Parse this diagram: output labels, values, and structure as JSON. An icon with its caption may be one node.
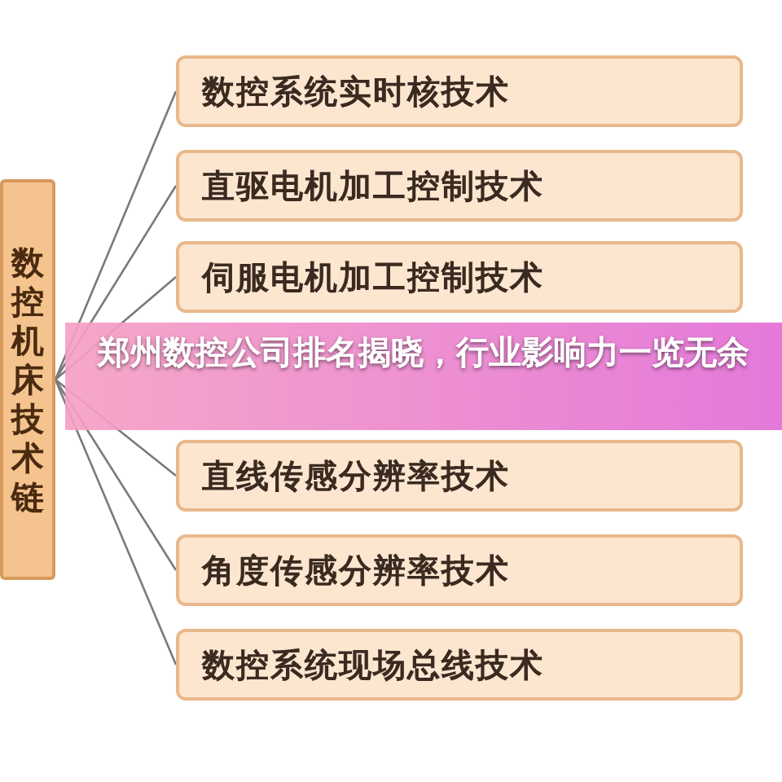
{
  "diagram": {
    "title": "郑州数控公司排名揭晓，行业影响力一览无余",
    "nodes": [
      {
        "text": [
          "数控机床技术链"
        ]
      },
      {
        "text": [
          "数控系统实时核技术"
        ]
      },
      {
        "text": [
          "直驱电机加工控制技术"
        ]
      },
      {
        "text": [
          "伺服电机加工控制技术"
        ]
      },
      {
        "text": [
          "直线传感分辨率技术"
        ]
      },
      {
        "text": [
          "角度传感分辨率技术"
        ]
      },
      {
        "text": [
          "数控系统现场总线技术"
        ]
      }
    ],
    "edges": [
      {
        "from": 0,
        "to": 1,
        "arrow": "none"
      },
      {
        "from": 0,
        "to": 2,
        "arrow": "none"
      },
      {
        "from": 0,
        "to": 3,
        "arrow": "none"
      },
      {
        "from": 0,
        "to": 4,
        "arrow": "none"
      },
      {
        "from": 0,
        "to": 5,
        "arrow": "none"
      },
      {
        "from": 0,
        "to": 6,
        "arrow": "none"
      }
    ]
  }
}
